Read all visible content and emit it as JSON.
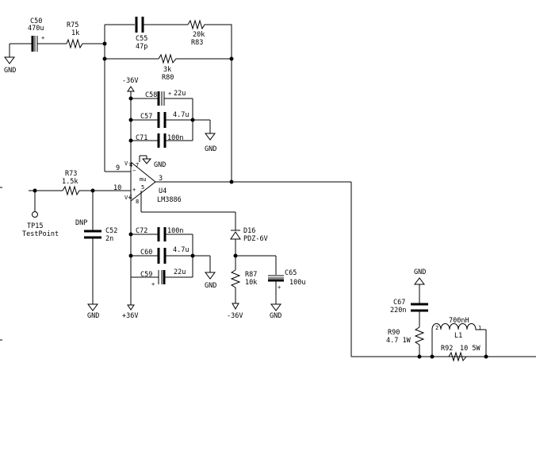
{
  "nets": {
    "gnd": "GND",
    "neg36": "-36V",
    "pos36": "+36V"
  },
  "components": {
    "c50": {
      "ref": "C50",
      "value": "470u"
    },
    "r75": {
      "ref": "R75",
      "value": "1k"
    },
    "c55": {
      "ref": "C55",
      "value": "47p"
    },
    "r83": {
      "ref": "R83",
      "value": "20k"
    },
    "r80": {
      "ref": "R80",
      "value": "3k"
    },
    "c58": {
      "ref": "C58",
      "value": "22u"
    },
    "c57": {
      "ref": "C57",
      "value": "4.7u"
    },
    "c71": {
      "ref": "C71",
      "value": "100n"
    },
    "r73": {
      "ref": "R73",
      "value": "1.5k"
    },
    "tp15": {
      "ref": "TP15",
      "value": "TestPoint"
    },
    "c52": {
      "ref": "C52",
      "value": "2n",
      "note": "DNP"
    },
    "u4": {
      "ref": "U4",
      "value": "LM3886"
    },
    "c72": {
      "ref": "C72",
      "value": "100n"
    },
    "c60": {
      "ref": "C60",
      "value": "4.7u"
    },
    "c59": {
      "ref": "C59",
      "value": "22u"
    },
    "d16": {
      "ref": "D16",
      "value": "PDZ-6V"
    },
    "r87": {
      "ref": "R87",
      "value": "10k"
    },
    "c65": {
      "ref": "C65",
      "value": "100u"
    },
    "c67": {
      "ref": "C67",
      "value": "220n"
    },
    "r90": {
      "ref": "R90",
      "value": "4.7 1W"
    },
    "l1": {
      "ref": "L1",
      "value": "700nH"
    },
    "r92": {
      "ref": "R92",
      "value": "10 5W"
    }
  },
  "pins": {
    "p9": "9",
    "p10": "10",
    "p7": "7",
    "p4": "4",
    "p1": "1",
    "p8": "8",
    "p5": "5",
    "p3": "3",
    "l1a": "2",
    "l1b": "1"
  }
}
